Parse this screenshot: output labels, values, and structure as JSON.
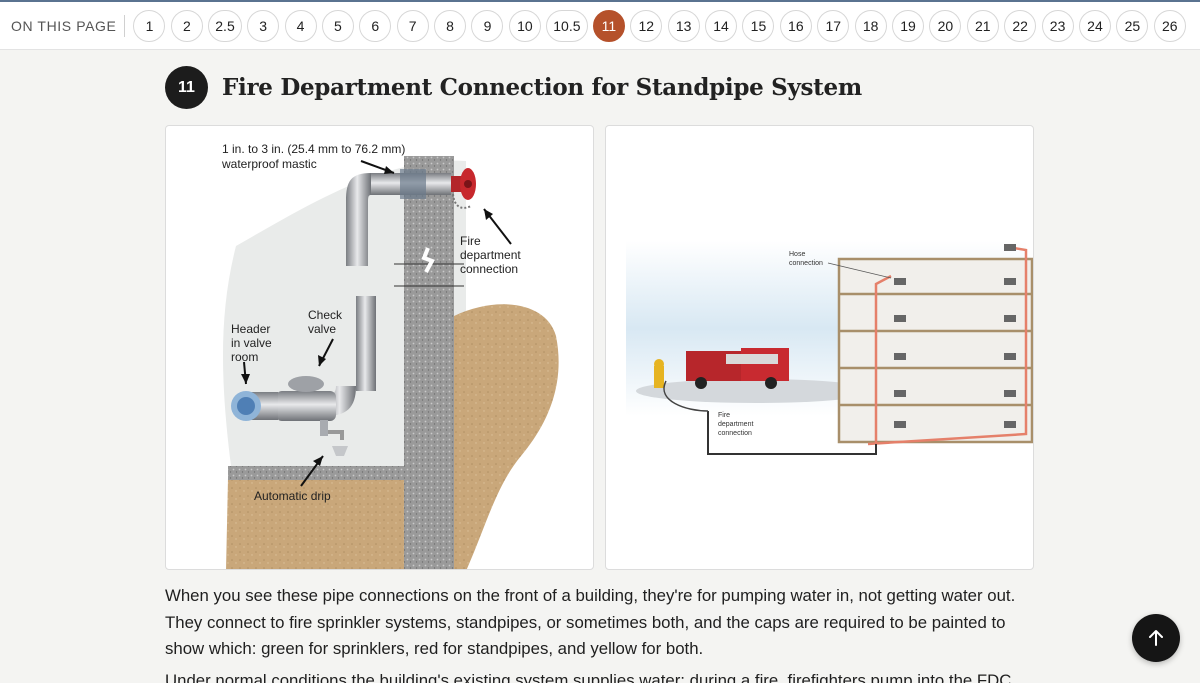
{
  "nav": {
    "label": "ON THIS PAGE",
    "items": [
      "1",
      "2",
      "2.5",
      "3",
      "4",
      "5",
      "6",
      "7",
      "8",
      "9",
      "10",
      "10.5",
      "11",
      "12",
      "13",
      "14",
      "15",
      "16",
      "17",
      "18",
      "19",
      "20",
      "21",
      "22",
      "23",
      "24",
      "25",
      "26"
    ],
    "active": "11",
    "active_color": "#b5512b"
  },
  "section": {
    "number": "11",
    "title": "Fire Department Connection for Standpipe System"
  },
  "figure_left": {
    "mastic_label_1": "1 in. to 3 in. (25.4 mm to 76.2 mm)",
    "mastic_label_2": "waterproof mastic",
    "fdc_label_1": "Fire",
    "fdc_label_2": "department",
    "fdc_label_3": "connection",
    "check_label_1": "Check",
    "check_label_2": "valve",
    "header_label_1": "Header",
    "header_label_2": "in valve",
    "header_label_3": "room",
    "drip_label": "Automatic drip"
  },
  "figure_right": {
    "hose_label_1": "Hose",
    "hose_label_2": "connection",
    "fdc_label_1": "Fire",
    "fdc_label_2": "department",
    "fdc_label_3": "connection"
  },
  "body": {
    "paragraph1": "When you see these pipe connections on the front of a building, they're for pumping water in, not getting water out. They connect to fire sprinkler systems, standpipes, or sometimes both, and the caps are required to be painted to show which: green for sprinklers, red for standpipes, and yellow for both.",
    "paragraph2": "Under normal conditions the building's existing system supplies water; during a fire, firefighters pump into the FDC"
  },
  "back_to_top": {
    "icon": "arrow-up-icon"
  }
}
